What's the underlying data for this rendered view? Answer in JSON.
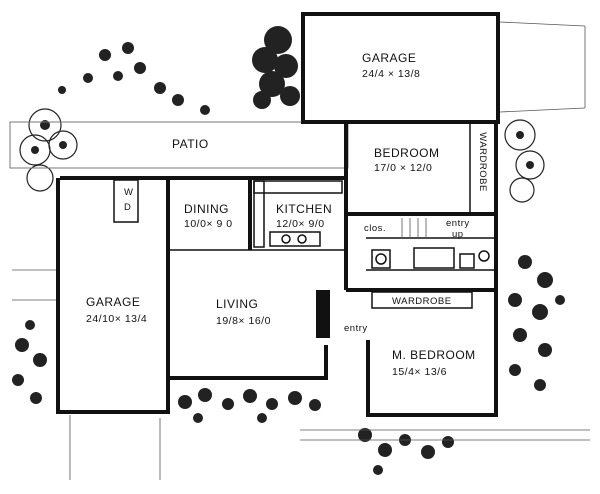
{
  "rooms": {
    "garage_top": {
      "name": "GARAGE",
      "dims": "24/4 × 13/8"
    },
    "patio": {
      "name": "PATIO"
    },
    "bedroom": {
      "name": "BEDROOM",
      "dims": "17/0 × 12/0"
    },
    "wardrobe_vertical": {
      "name": "WARDROBE"
    },
    "wd": {
      "line1": "W",
      "line2": "D"
    },
    "dining": {
      "name": "DINING",
      "dims": "10/0× 9 0"
    },
    "kitchen": {
      "name": "KITCHEN",
      "dims": "12/0× 9/0"
    },
    "clos": {
      "name": "clos."
    },
    "entry_top": {
      "line1": "entry",
      "line2": "up"
    },
    "garage_left": {
      "name": "GARAGE",
      "dims": "24/10× 13/4"
    },
    "living": {
      "name": "LIVING",
      "dims": "19/8× 16/0"
    },
    "wardrobe_horizontal": {
      "name": "WARDROBE"
    },
    "entry_mid": {
      "name": "entry"
    },
    "master_bedroom": {
      "name": "M. BEDROOM",
      "dims": "15/4× 13/6"
    }
  }
}
